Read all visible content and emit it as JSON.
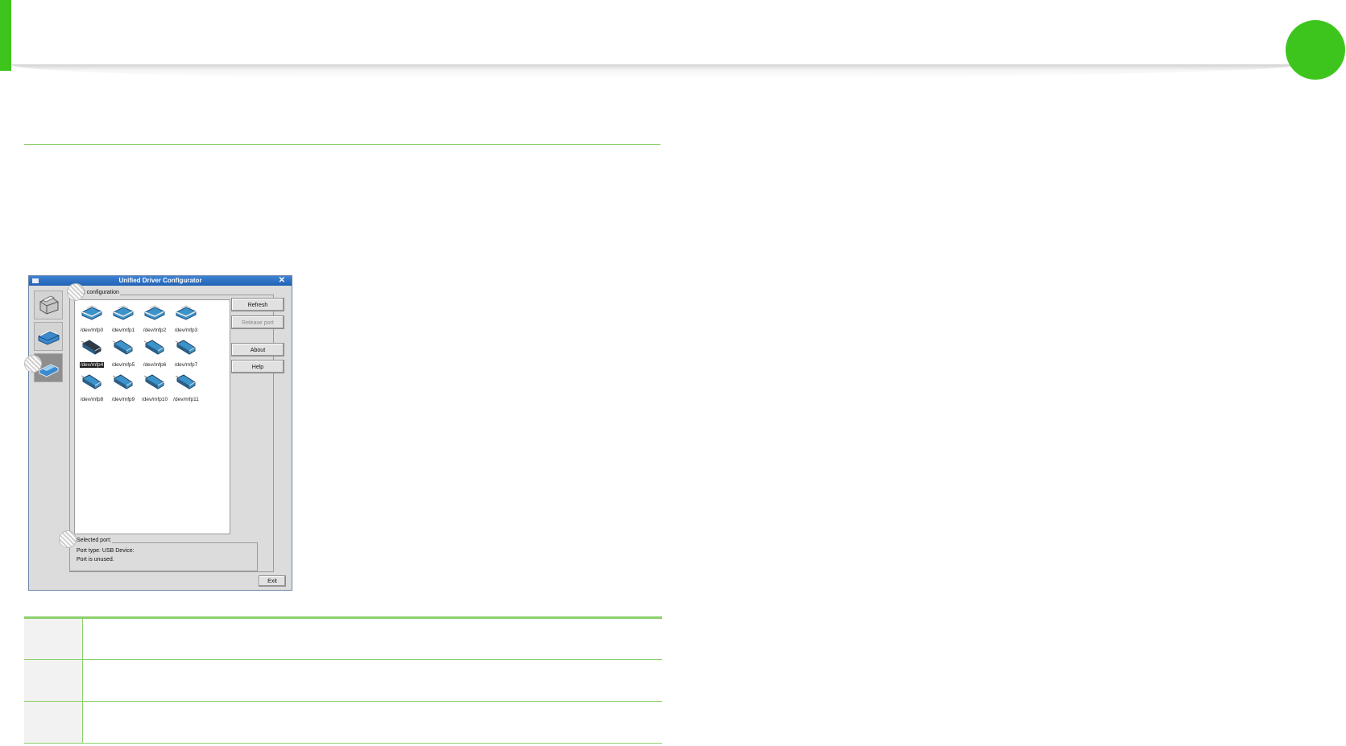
{
  "colors": {
    "accent_green": "#3ec51d",
    "rule_green": "#8bd16b"
  },
  "window": {
    "title": "Unified Driver Configurator",
    "close_symbol": "✕",
    "port_group_label": "Port configuration",
    "ports": [
      {
        "label": "/dev/mfp0",
        "kind": "parallel"
      },
      {
        "label": "/dev/mfp1",
        "kind": "parallel"
      },
      {
        "label": "/dev/mfp2",
        "kind": "parallel"
      },
      {
        "label": "/dev/mfp3",
        "kind": "parallel"
      },
      {
        "label": "/dev/mfp4",
        "kind": "usb",
        "selected": true
      },
      {
        "label": "/dev/mfp5",
        "kind": "usb"
      },
      {
        "label": "/dev/mfp6",
        "kind": "usb"
      },
      {
        "label": "/dev/mfp7",
        "kind": "usb"
      },
      {
        "label": "/dev/mfp8",
        "kind": "usb"
      },
      {
        "label": "/dev/mfp9",
        "kind": "usb"
      },
      {
        "label": "/dev/mfp10",
        "kind": "usb"
      },
      {
        "label": "/dev/mfp11",
        "kind": "usb"
      }
    ],
    "buttons": {
      "refresh": "Refresh",
      "release_port": "Release port",
      "about": "About",
      "help": "Help",
      "exit": "Exit"
    },
    "selected_port": {
      "label": "Selected port:",
      "line1": "Port type: USB   Device:",
      "line2": "Port is unused."
    }
  },
  "table_rows": [
    {
      "num": "",
      "text": ""
    },
    {
      "num": "",
      "text": ""
    },
    {
      "num": "",
      "text": ""
    }
  ]
}
